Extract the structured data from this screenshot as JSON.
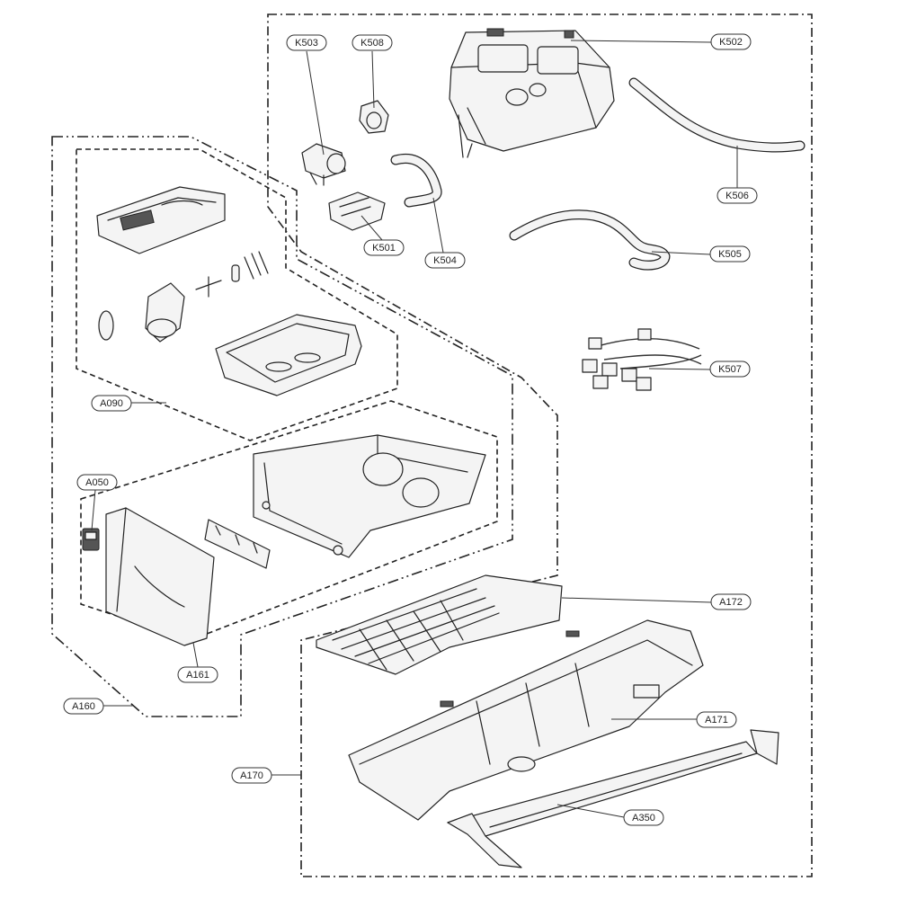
{
  "callouts": {
    "K503": "K503",
    "K508": "K508",
    "K502": "K502",
    "K506": "K506",
    "K501": "K501",
    "K504": "K504",
    "K505": "K505",
    "K507": "K507",
    "A090": "A090",
    "A050": "A050",
    "A172": "A172",
    "A171": "A171",
    "A161": "A161",
    "A160": "A160",
    "A170": "A170",
    "A350": "A350"
  }
}
